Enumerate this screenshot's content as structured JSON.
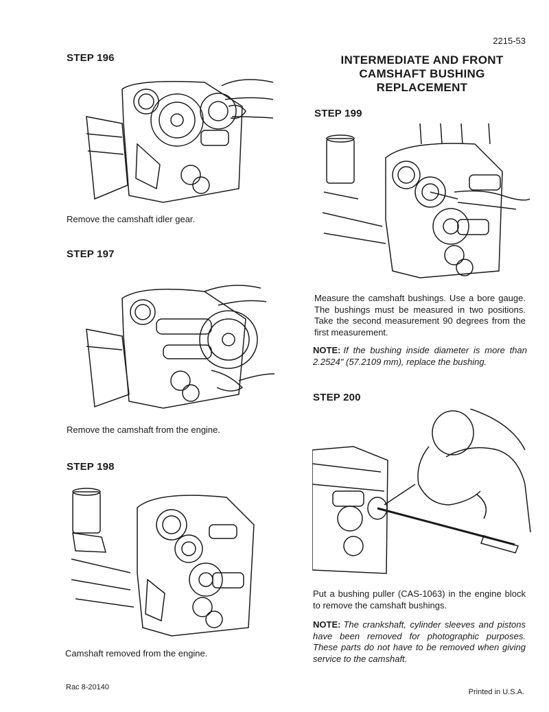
{
  "header": {
    "page_number": "2215-53"
  },
  "left_column": {
    "step196": {
      "label": "STEP 196",
      "caption": "Remove the camshaft idler gear."
    },
    "step197": {
      "label": "STEP 197",
      "caption": "Remove the camshaft from the engine."
    },
    "step198": {
      "label": "STEP 198",
      "caption": "Camshaft removed from the engine."
    }
  },
  "right_column": {
    "section_title_lines": [
      "INTERMEDIATE AND FRONT",
      "CAMSHAFT BUSHING",
      "REPLACEMENT"
    ],
    "step199": {
      "label": "STEP 199",
      "caption": "Measure the camshaft bushings. Use a bore gauge. The bushings must be measured in two positions. Take the second measurement 90 degrees from the first measurement.",
      "note_label": "NOTE:",
      "note_text": "If the bushing inside diameter is more than 2.2524\" (57.2109 mm), replace the bushing."
    },
    "step200": {
      "label": "STEP 200",
      "caption": "Put a bushing puller (CAS-1063) in the engine block to remove the camshaft bushings.",
      "note_label": "NOTE:",
      "note_text": "The crankshaft, cylinder sleeves and pistons have been removed for photographic purposes. These parts do not have to be removed when giving service to the camshaft."
    }
  },
  "footer": {
    "left": "Rac 8-20140",
    "right": "Printed in U.S.A."
  },
  "colors": {
    "ink": "#1a1a1a",
    "paper": "#ffffff"
  }
}
